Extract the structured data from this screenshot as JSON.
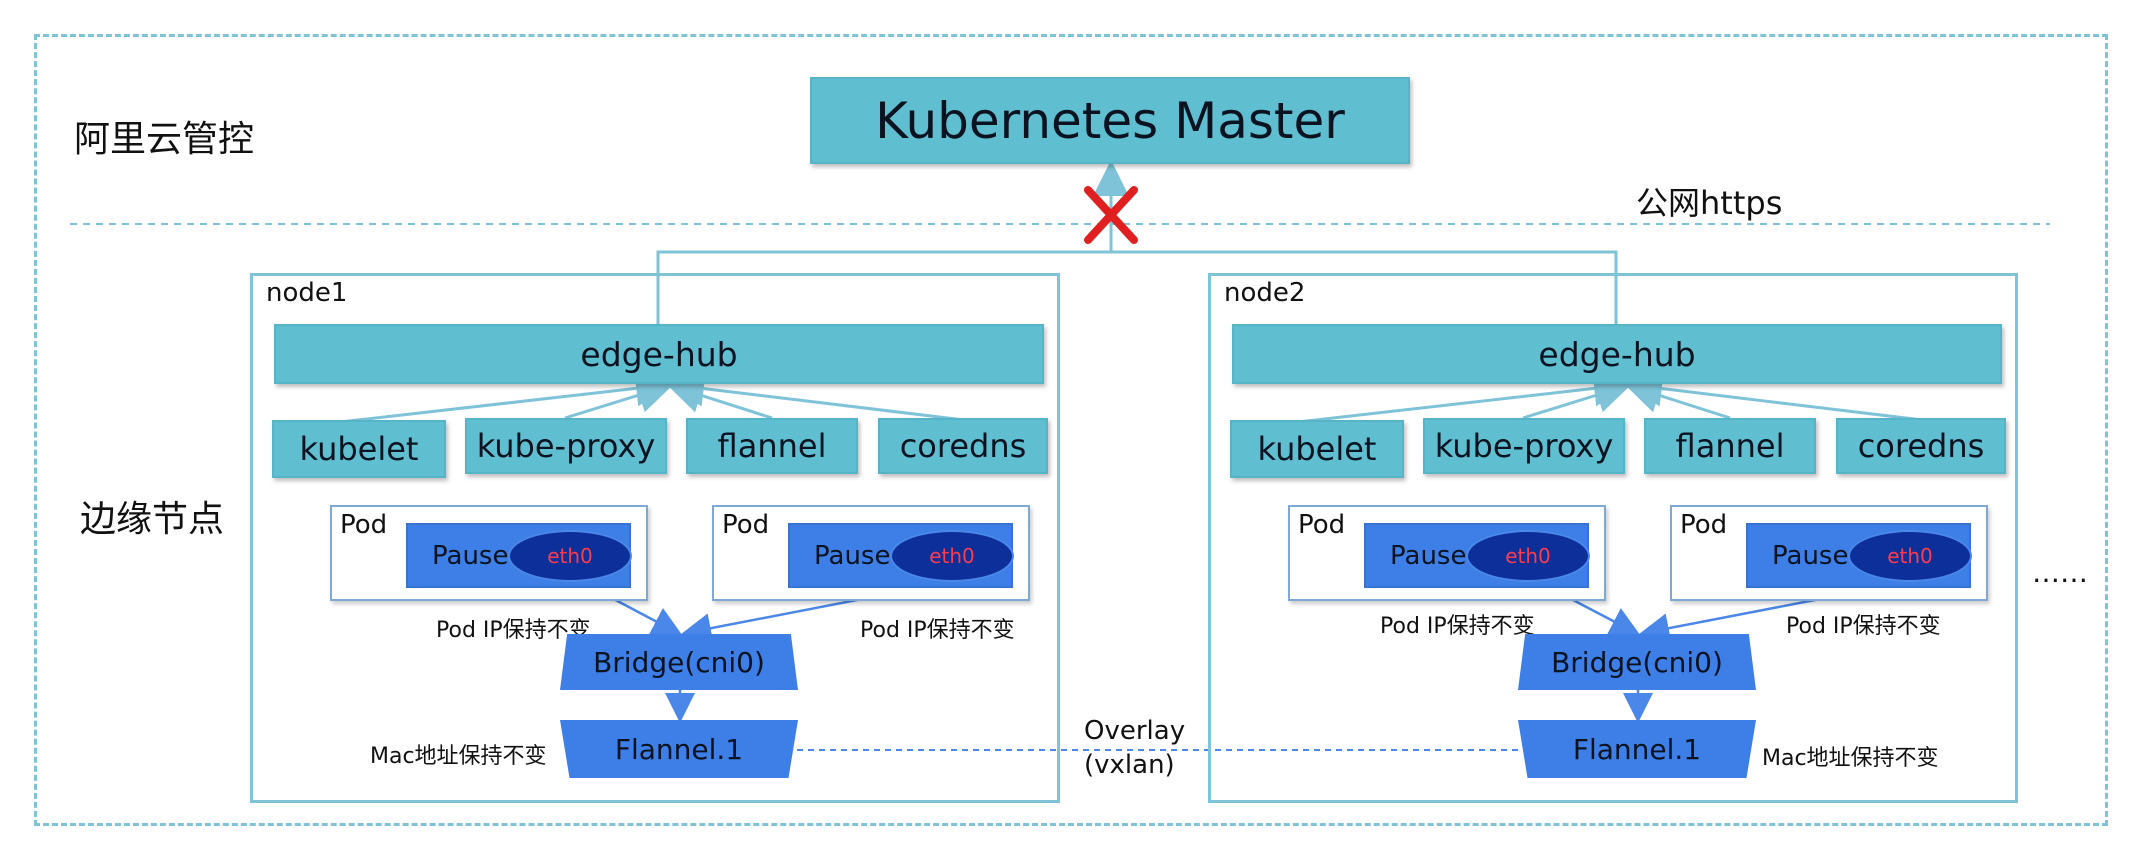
{
  "region_top_label": "阿里云管控",
  "region_bottom_label": "边缘节点",
  "master_label": "Kubernetes Master",
  "public_network_label": "公网https",
  "overlay_label_line1": "Overlay",
  "overlay_label_line2": "(vxlan)",
  "ellipsis": "……",
  "nodes": [
    {
      "name": "node1",
      "hub": "edge-hub",
      "components": [
        "kubelet",
        "kube-proxy",
        "flannel",
        "coredns"
      ],
      "pods": [
        {
          "label": "Pod",
          "container": "Pause",
          "iface": "eth0",
          "note": "Pod IP保持不变"
        },
        {
          "label": "Pod",
          "container": "Pause",
          "iface": "eth0",
          "note": "Pod IP保持不变"
        }
      ],
      "bridge": "Bridge(cni0)",
      "flannel_dev": "Flannel.1",
      "mac_note": "Mac地址保持不变"
    },
    {
      "name": "node2",
      "hub": "edge-hub",
      "components": [
        "kubelet",
        "kube-proxy",
        "flannel",
        "coredns"
      ],
      "pods": [
        {
          "label": "Pod",
          "container": "Pause",
          "iface": "eth0",
          "note": "Pod IP保持不变"
        },
        {
          "label": "Pod",
          "container": "Pause",
          "iface": "eth0",
          "note": "Pod IP保持不变"
        }
      ],
      "bridge": "Bridge(cni0)",
      "flannel_dev": "Flannel.1",
      "mac_note": "Mac地址保持不变"
    }
  ],
  "colors": {
    "teal_box": "#5fbfd0",
    "blue_box": "#3d7fe6",
    "eth_fill": "#0c2f9a",
    "eth_text": "#ff3b4a",
    "dashed_border": "#7ec3d8",
    "cross": "#e02020"
  },
  "icons": [
    "disconnect-cross-icon"
  ]
}
